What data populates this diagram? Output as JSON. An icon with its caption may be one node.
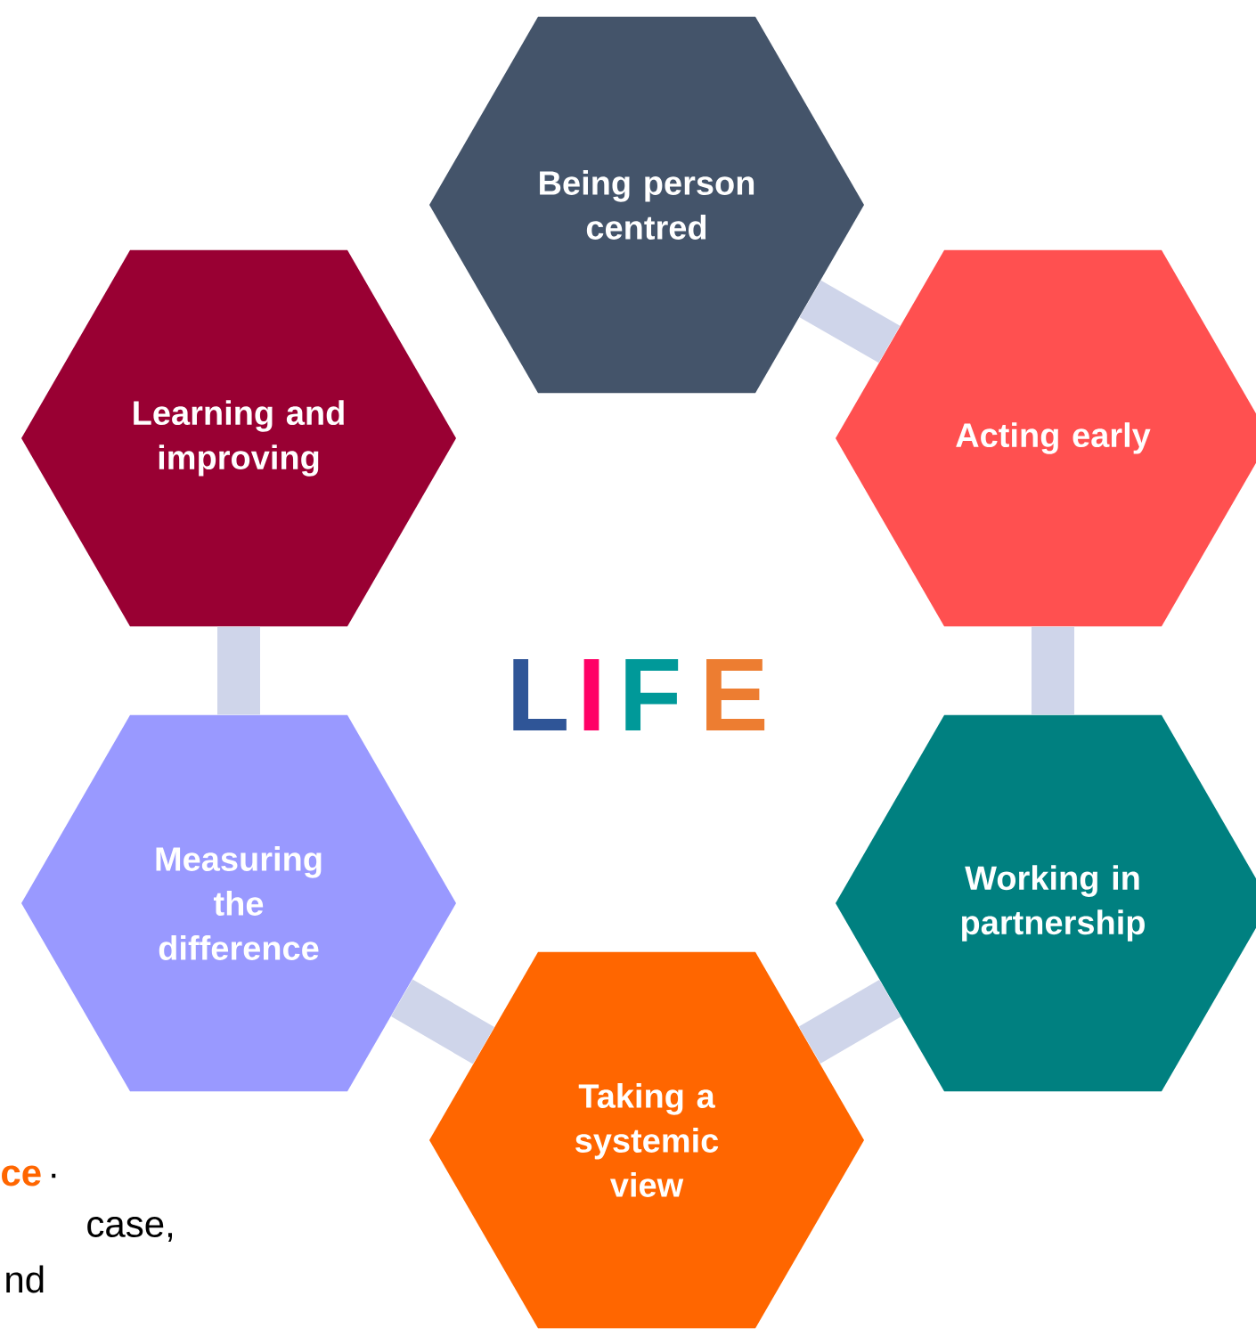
{
  "diagram": {
    "nodes": [
      {
        "text": [
          "Being person centred"
        ]
      },
      {
        "text": [
          "Acting early"
        ]
      },
      {
        "text": [
          "Working in partnership"
        ]
      },
      {
        "text": [
          "Taking a systemic view"
        ]
      },
      {
        "text": [
          "Measuring the difference"
        ]
      },
      {
        "text": [
          "Learning and improving"
        ]
      }
    ],
    "edges": [
      {
        "from": 0,
        "to": 1,
        "arrow": "none"
      },
      {
        "from": 1,
        "to": 2,
        "arrow": "none"
      },
      {
        "from": 2,
        "to": 3,
        "arrow": "none"
      },
      {
        "from": 3,
        "to": 4,
        "arrow": "none"
      },
      {
        "from": 4,
        "to": 5,
        "arrow": "none"
      }
    ],
    "labels": [
      "L",
      "I",
      "F",
      "E",
      "ce",
      ".",
      "case,",
      "nd"
    ]
  }
}
